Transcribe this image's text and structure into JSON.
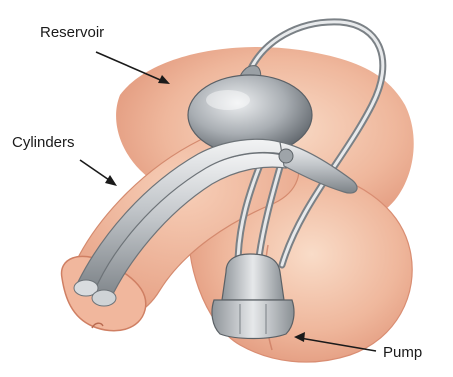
{
  "labels": {
    "reservoir": "Reservoir",
    "cylinders": "Cylinders",
    "pump": "Pump"
  },
  "colors": {
    "background": "#ffffff",
    "skin_light": "#f6cdb6",
    "skin_mid": "#eaa88c",
    "skin_dark": "#d88a6f",
    "device_light": "#e4e6e8",
    "device_mid": "#b2b6ba",
    "device_dark": "#70767c",
    "label": "#1a1a1a"
  }
}
